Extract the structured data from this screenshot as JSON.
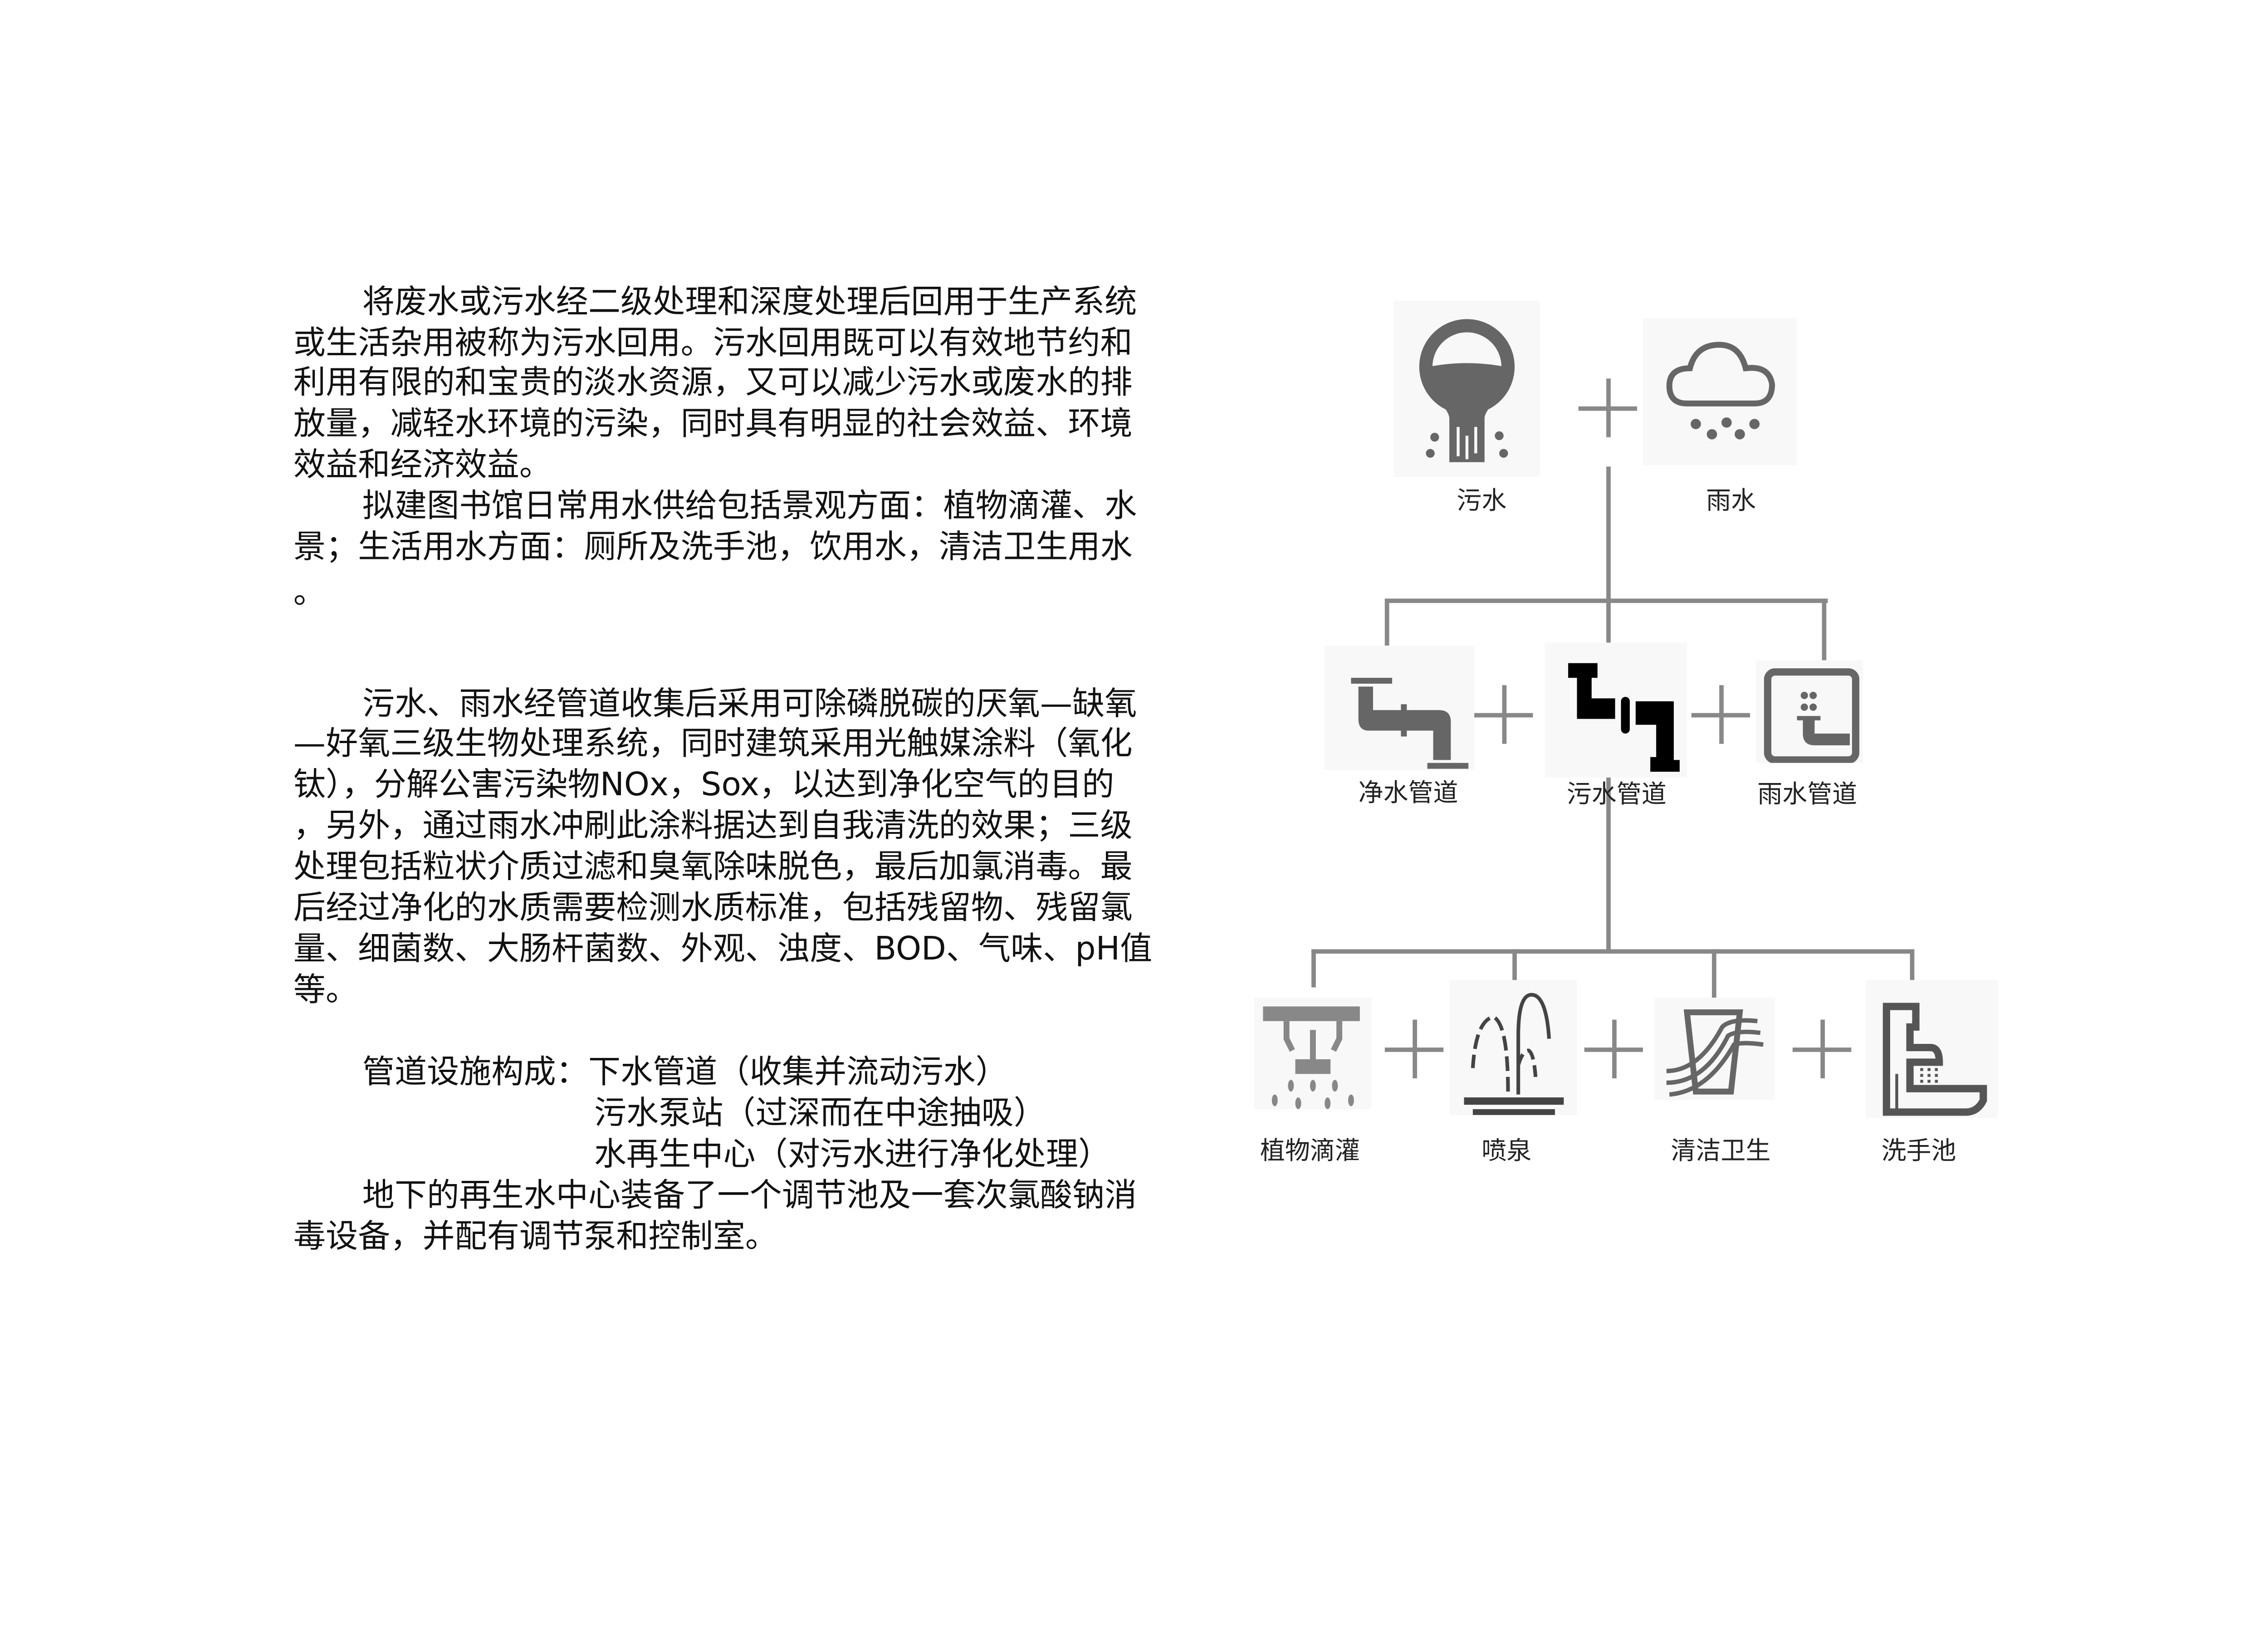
{
  "text": {
    "p1": [
      "将废水或污水经二级处理和深度处理后回用于生产系统",
      "或生活杂用被称为污水回用。污水回用既可以有效地节约和",
      "利用有限的和宝贵的淡水资源，又可以减少污水或废水的排",
      "放量，减轻水环境的污染，同时具有明显的社会效益、环境",
      "效益和经济效益。"
    ],
    "p2": [
      "拟建图书馆日常用水供给包括景观方面：植物滴灌、水",
      "景；生活用水方面：厕所及洗手池，饮用水，清洁卫生用水",
      "。"
    ],
    "p3": [
      "污水、雨水经管道收集后采用可除磷脱碳的厌氧—缺氧",
      "—好氧三级生物处理系统，同时建筑采用光触媒涂料（氧化",
      "钛），分解公害污染物NOx，Sox，以达到净化空气的目的",
      "，另外，通过雨水冲刷此涂料据达到自我清洗的效果；三级",
      "处理包括粒状介质过滤和臭氧除味脱色，最后加氯消毒。最",
      "后经过净化的水质需要检测水质标准，包括残留物、残留氯",
      "量、细菌数、大肠杆菌数、外观、浊度、BOD、气味、pH值",
      "等。"
    ],
    "p4": [
      "管道设施构成：下水管道（收集并流动污水）",
      "污水泵站（过深而在中途抽吸）",
      "水再生中心（对污水进行净化处理）"
    ],
    "p5": [
      "地下的再生水中心装备了一个调节池及一套次氯酸钠消",
      "毒设备，并配有调节泵和控制室。"
    ]
  },
  "diagram": {
    "sources": [
      {
        "label": "污水",
        "icon": "sewage-icon"
      },
      {
        "label": "雨水",
        "icon": "rain-cloud-icon"
      }
    ],
    "pipes": [
      {
        "label": "净水管道",
        "icon": "clean-pipe-icon"
      },
      {
        "label": "污水管道",
        "icon": "sewage-pipe-icon"
      },
      {
        "label": "雨水管道",
        "icon": "rain-pipe-icon"
      }
    ],
    "uses": [
      {
        "label": "植物滴灌",
        "icon": "sprinkler-icon"
      },
      {
        "label": "喷泉",
        "icon": "fountain-icon"
      },
      {
        "label": "清洁卫生",
        "icon": "cleaning-icon"
      },
      {
        "label": "洗手池",
        "icon": "sink-icon"
      }
    ],
    "colors": {
      "icon": "#666666",
      "connector": "#888888",
      "dark": "#000000"
    }
  }
}
